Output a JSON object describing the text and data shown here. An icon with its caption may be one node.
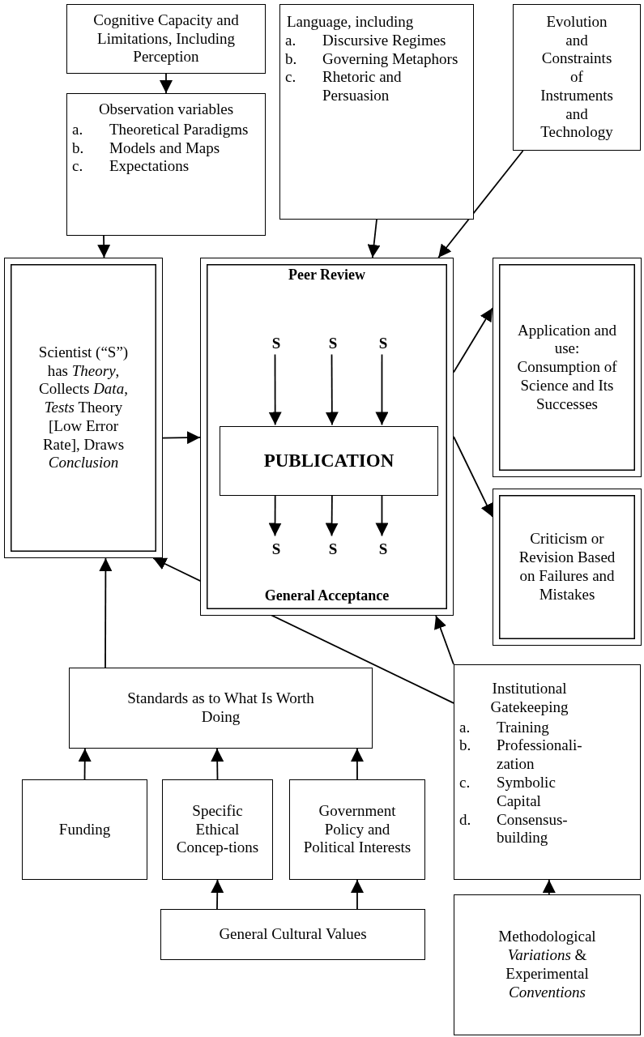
{
  "diagram": {
    "nodes": [
      {
        "text": [
          "Cognitive Capacity and Limitations, Including Perception"
        ]
      },
      {
        "text": [
          "Observation variables",
          "a. Theoretical Paradigms",
          "b. Models and Maps",
          "c. Expectations"
        ]
      },
      {
        "text": [
          "Language, including",
          "a. Discursive Regimes",
          "b. Governing Metaphors",
          "c. Rhetoric and Persuasion"
        ]
      },
      {
        "text": [
          "Evolution and Constraints of Instruments and Technology"
        ]
      },
      {
        "text": [
          "Peer Review",
          "General Acceptance"
        ]
      },
      {
        "text": [
          "S"
        ],
        "in": 4
      },
      {
        "text": [
          "S"
        ],
        "in": 4
      },
      {
        "text": [
          "S"
        ],
        "in": 4
      },
      {
        "text": [
          "PUBLICATION"
        ],
        "in": 4
      },
      {
        "text": [
          "S"
        ],
        "in": 4
      },
      {
        "text": [
          "S"
        ],
        "in": 4
      },
      {
        "text": [
          "S"
        ],
        "in": 4
      },
      {
        "text": [
          "Scientist (“S”) has *Theory*, Collects *Data*, *Tests* Theory [Low Error Rate], Draws *Conclusion*"
        ]
      },
      {
        "text": [
          "Application and use: Consumption of Science and Its Successes"
        ]
      },
      {
        "text": [
          "Criticism or Revision Based on Failures and Mistakes"
        ]
      },
      {
        "text": [
          "Standards as to What Is Worth Doing"
        ]
      },
      {
        "text": [
          "Funding"
        ]
      },
      {
        "text": [
          "Specific Ethical Concep-tions"
        ]
      },
      {
        "text": [
          "Government Policy and Political Interests"
        ]
      },
      {
        "text": [
          "General Cultural Values"
        ]
      },
      {
        "text": [
          "Institutional Gatekeeping",
          "a. Training",
          "b. Professionali-zation",
          "c. Symbolic Capital",
          "d. Consensus-building"
        ]
      },
      {
        "text": [
          "Methodological *Variations* & Experimental *Conventions*"
        ]
      }
    ],
    "edges": [
      {
        "from": 0,
        "to": 1,
        "arrow": "to"
      },
      {
        "from": 1,
        "to": 12,
        "arrow": "to"
      },
      {
        "from": 2,
        "to": 4,
        "arrow": "to"
      },
      {
        "from": 3,
        "to": 4,
        "arrow": "to"
      },
      {
        "from": 12,
        "to": 4,
        "arrow": "to"
      },
      {
        "from": 4,
        "to": 13,
        "arrow": "to"
      },
      {
        "from": 4,
        "to": 14,
        "arrow": "to"
      },
      {
        "from": 5,
        "to": 8,
        "arrow": "to"
      },
      {
        "from": 6,
        "to": 8,
        "arrow": "to"
      },
      {
        "from": 7,
        "to": 8,
        "arrow": "to"
      },
      {
        "from": 8,
        "to": 9,
        "arrow": "to"
      },
      {
        "from": 8,
        "to": 10,
        "arrow": "to"
      },
      {
        "from": 8,
        "to": 11,
        "arrow": "to"
      },
      {
        "from": 15,
        "to": 12,
        "arrow": "to"
      },
      {
        "from": 16,
        "to": 15,
        "arrow": "to"
      },
      {
        "from": 17,
        "to": 15,
        "arrow": "to"
      },
      {
        "from": 18,
        "to": 15,
        "arrow": "to"
      },
      {
        "from": 19,
        "to": 17,
        "arrow": "to"
      },
      {
        "from": 19,
        "to": 18,
        "arrow": "to"
      },
      {
        "from": 20,
        "to": 4,
        "arrow": "to"
      },
      {
        "from": 20,
        "to": 12,
        "arrow": "to"
      },
      {
        "from": 21,
        "to": 20,
        "arrow": "to"
      }
    ]
  }
}
